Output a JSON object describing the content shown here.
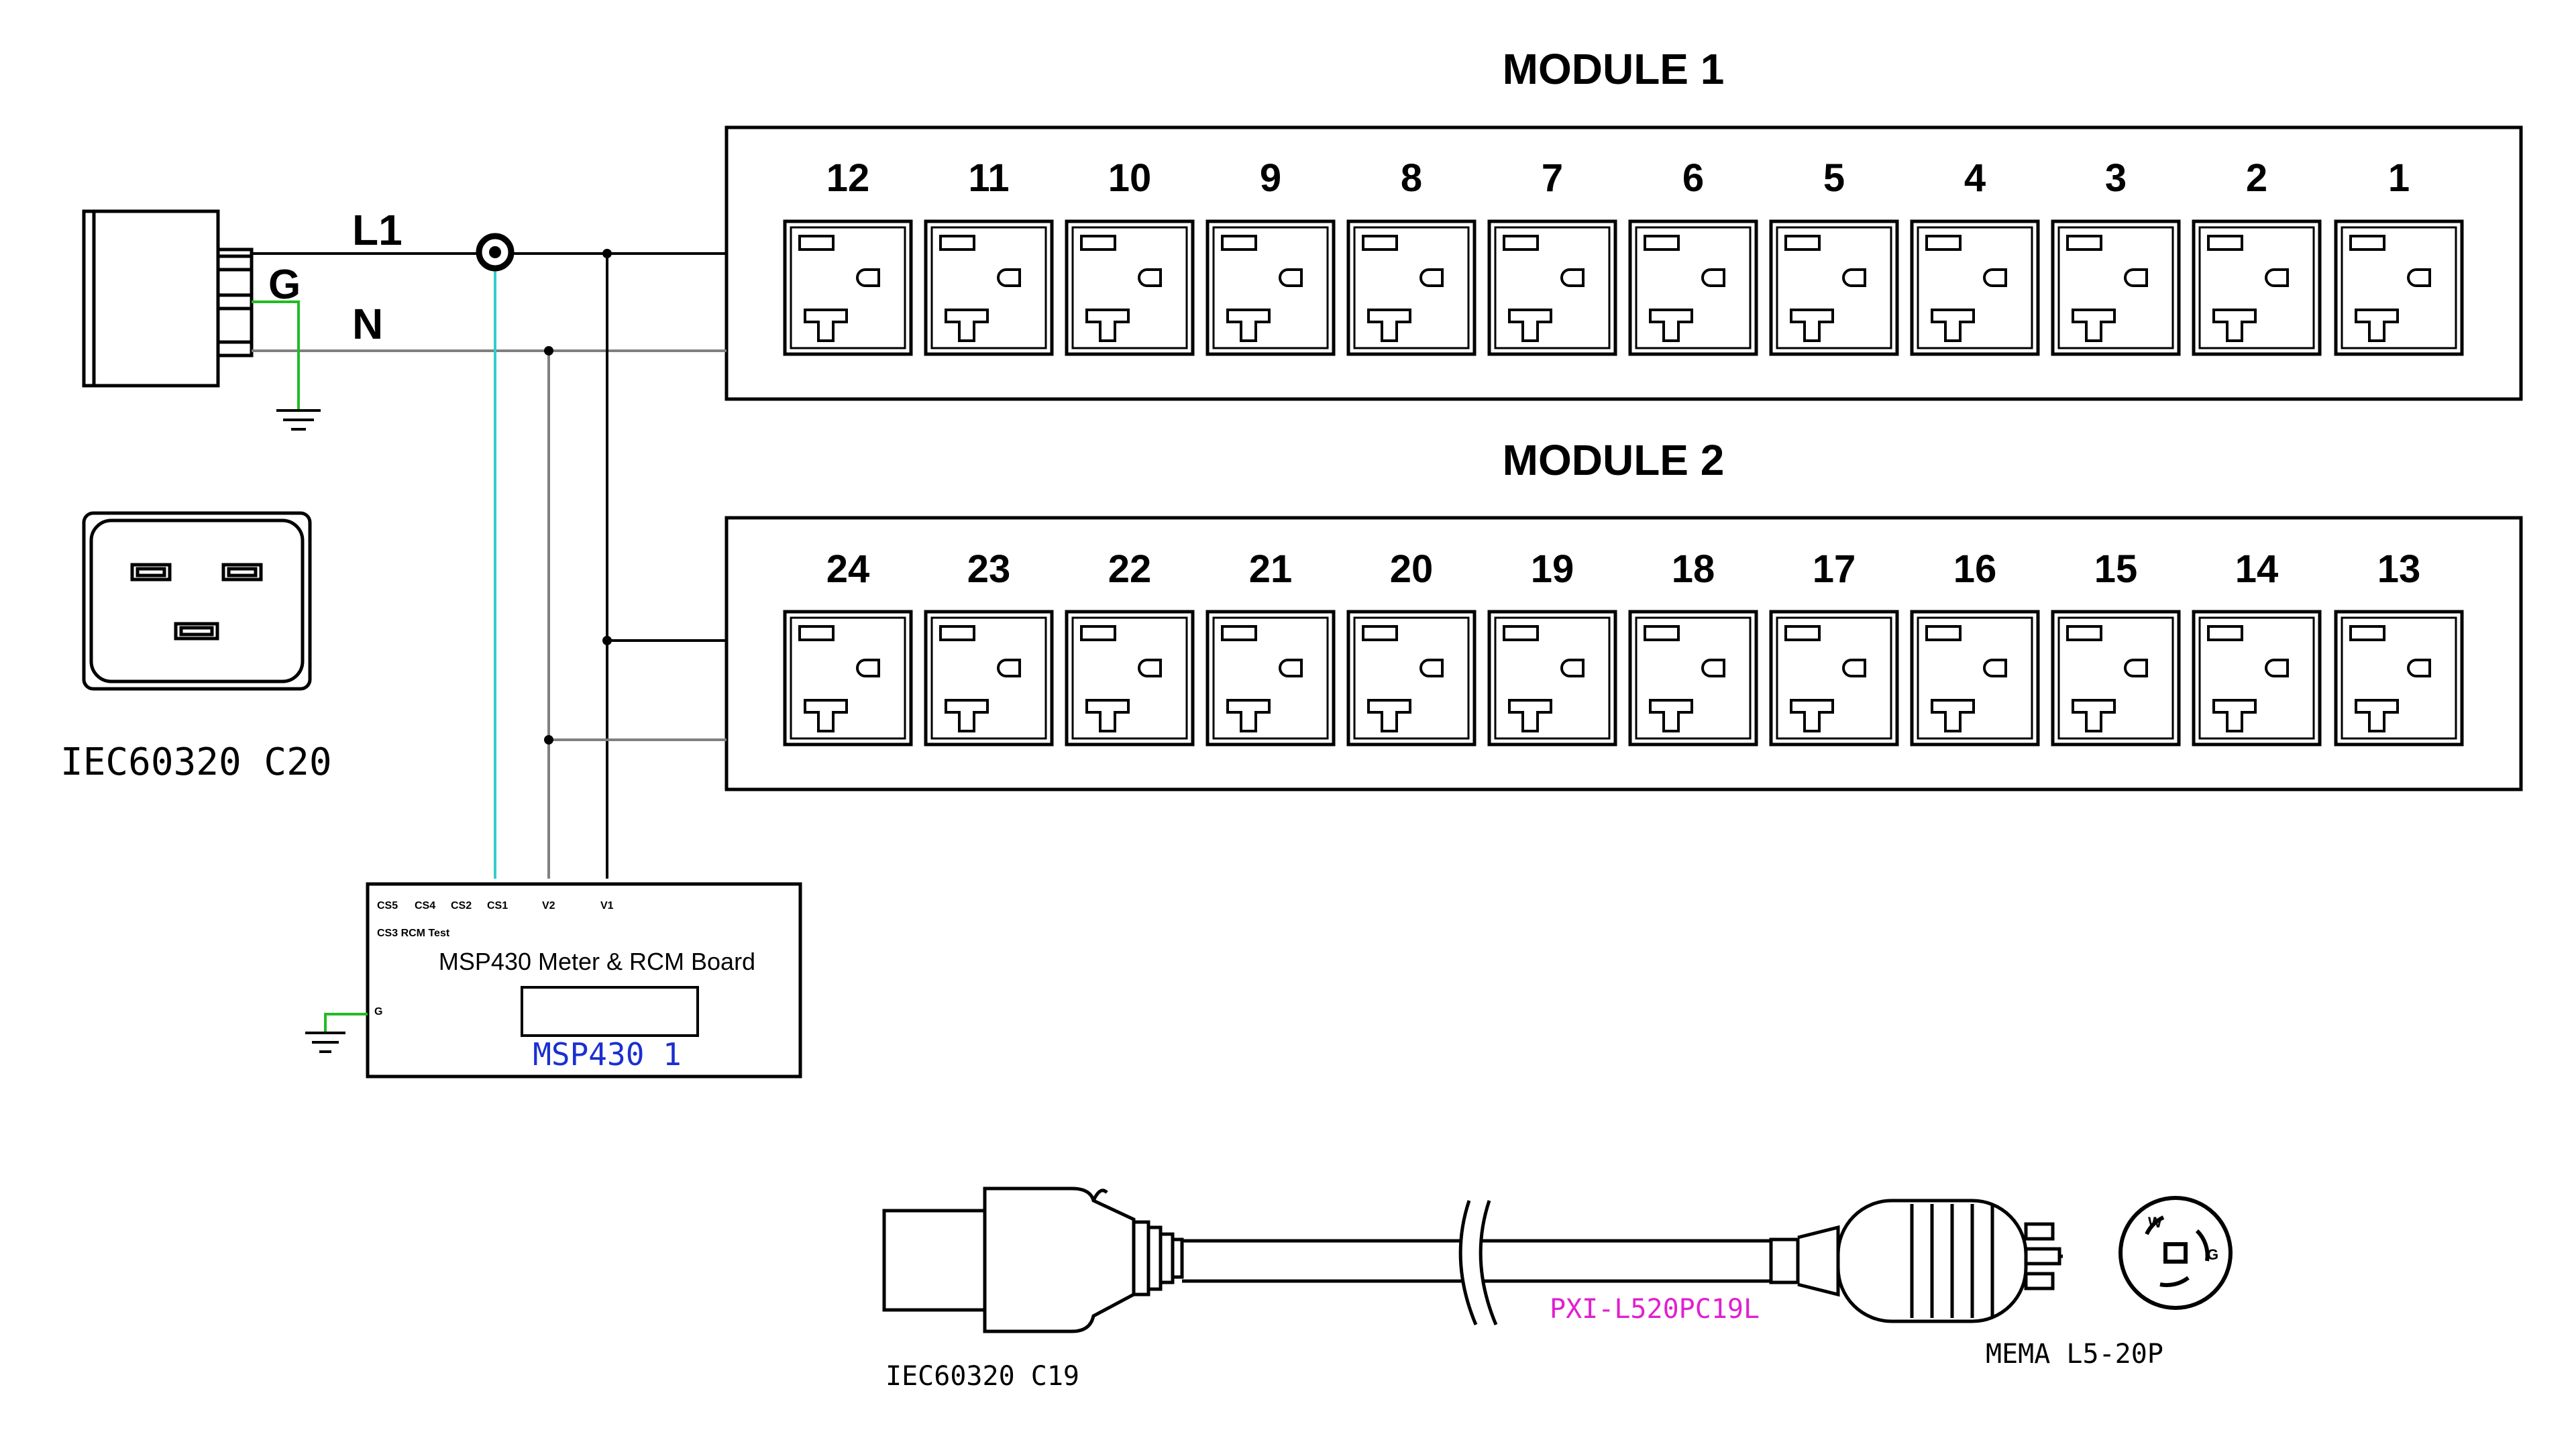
{
  "modules": [
    {
      "title": "MODULE 1",
      "outlets": [
        "12",
        "11",
        "10",
        "9",
        "8",
        "7",
        "6",
        "5",
        "4",
        "3",
        "2",
        "1"
      ]
    },
    {
      "title": "MODULE 2",
      "outlets": [
        "24",
        "23",
        "22",
        "21",
        "20",
        "19",
        "18",
        "17",
        "16",
        "15",
        "14",
        "13"
      ]
    }
  ],
  "wires": {
    "line": "L1",
    "neutral": "N",
    "ground": "G"
  },
  "inlet_label": "IEC60320 C20",
  "board": {
    "title": "MSP430 Meter & RCM Board",
    "chip": "MSP430 1",
    "pins": [
      "CS5",
      "CS4",
      "CS2",
      "CS1",
      "V2",
      "V1"
    ],
    "pin_sub": "CS3 RCM Test",
    "ground_pin": "G"
  },
  "cord": {
    "left_label": "IEC60320 C19",
    "part_number": "PXI-L520PC19L",
    "right_label": "MEMA L5-20P",
    "plug_face_letters": [
      "W",
      "G"
    ]
  },
  "colors": {
    "ground_wire": "#22bb22",
    "ct_wire": "#33cccc",
    "neutral_wire": "#808080",
    "chip_text": "#1a2fd0",
    "part_number": "#e020d0"
  }
}
